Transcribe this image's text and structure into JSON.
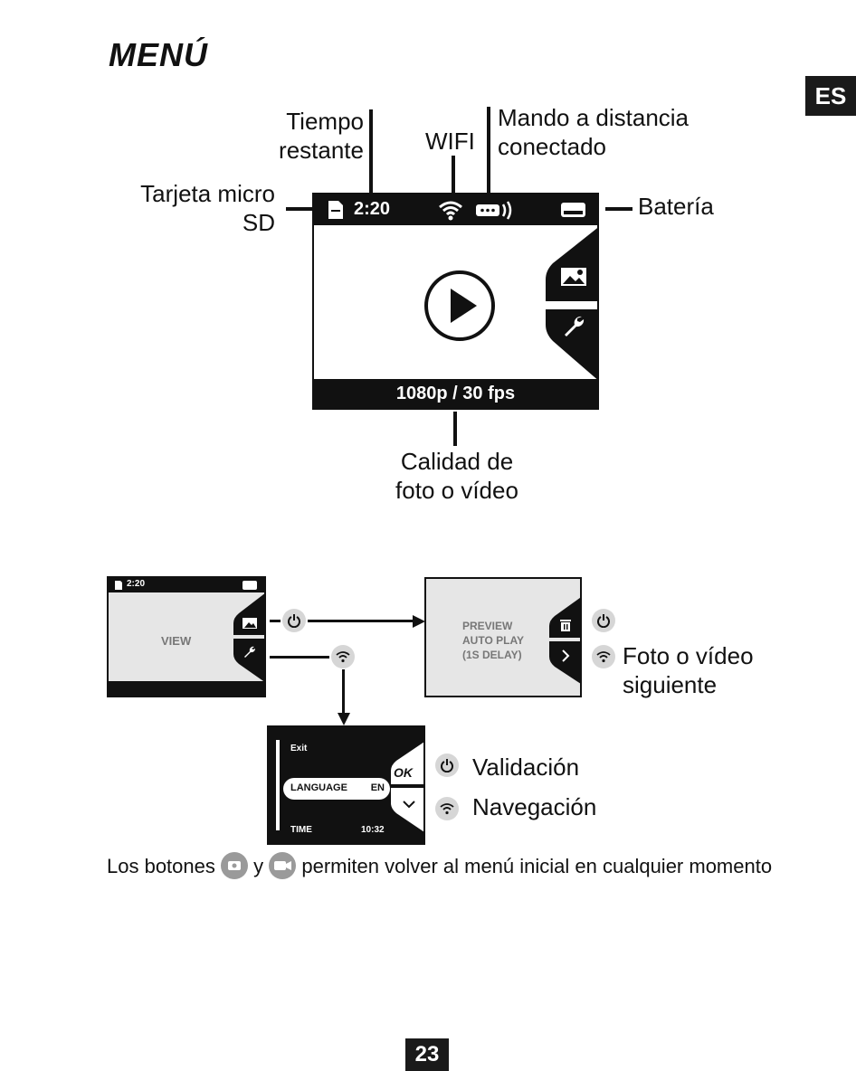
{
  "page": {
    "title": "MENÚ",
    "language_tab": "ES",
    "page_number": "23"
  },
  "diagram1": {
    "labels": {
      "time_left": "Tiempo\nrestante",
      "wifi": "WIFI",
      "remote": "Mando a distancia\nconectado",
      "sd_card": "Tarjeta micro\nSD",
      "battery": "Batería",
      "quality": "Calidad de\nfoto o vídeo"
    },
    "screen": {
      "time": "2:20",
      "resolution": "1080p / 30 fps"
    }
  },
  "diagram2": {
    "screen_view": {
      "time": "2:20",
      "text": "VIEW"
    },
    "screen_preview": {
      "line1": "PREVIEW",
      "line2": "AUTO PLAY",
      "line3": "(1S DELAY)"
    },
    "screen_settings": {
      "item_top": "Exit",
      "item_selected": "LANGUAGE",
      "item_selected_value": "EN",
      "item_bottom": "TIME",
      "item_bottom_value": "10:32",
      "ok_label": "OK"
    },
    "labels": {
      "next": "Foto o vídeo\nsiguiente",
      "validation": "Validación",
      "navigation": "Navegación"
    },
    "note": {
      "part1": "Los botones",
      "part2": "y",
      "part3": "permiten volver al menú inicial en cualquier momento"
    }
  }
}
